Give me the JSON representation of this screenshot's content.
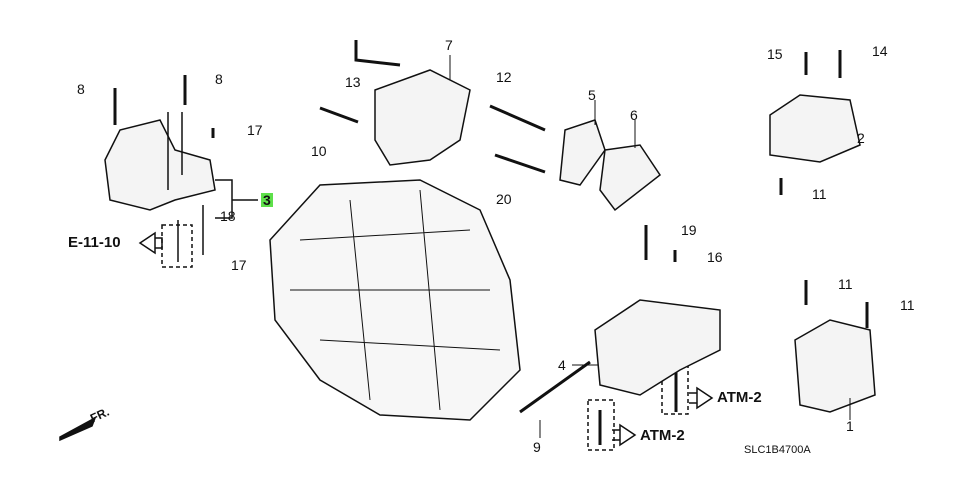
{
  "highlight_color": "#5ee04a",
  "callouts": {
    "c8a": "8",
    "c8b": "8",
    "c17a": "17",
    "c3": "3",
    "c18": "18",
    "c17b": "17",
    "c13": "13",
    "c7": "7",
    "c10": "10",
    "c12": "12",
    "c5": "5",
    "c6": "6",
    "c20": "20",
    "c15": "15",
    "c14": "14",
    "c2": "2",
    "c11a": "11",
    "c19": "19",
    "c16": "16",
    "c11b": "11",
    "c11c": "11",
    "c4": "4",
    "c9": "9",
    "c1": "1"
  },
  "refs": {
    "e1110": "E-11-10",
    "atm2a": "ATM-2",
    "atm2b": "ATM-2",
    "front": "FR."
  },
  "diagram_code": "SLC1B4700A"
}
